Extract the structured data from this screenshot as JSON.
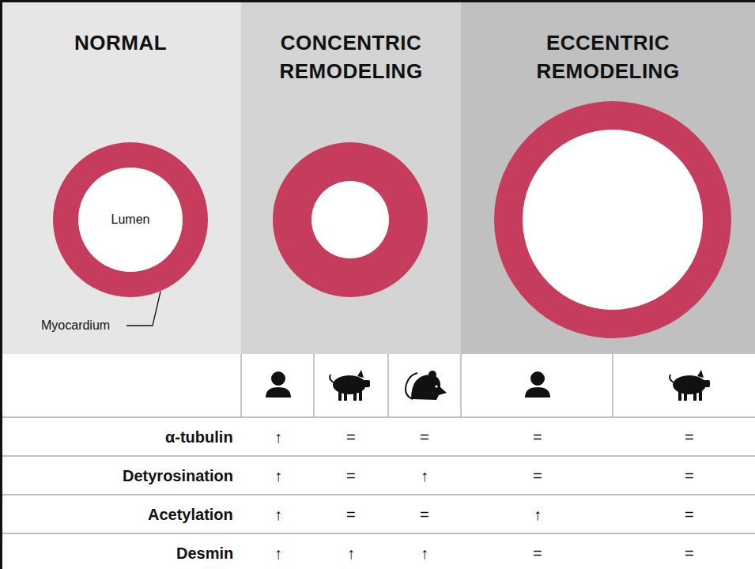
{
  "diagram": {
    "nodes": [
      {
        "text": [
          "NORMAL"
        ]
      },
      {
        "text": [
          "Lumen"
        ],
        "in": 0
      },
      {
        "text": [
          "CONCENTRIC REMODELING"
        ]
      },
      {
        "text": [
          "ECCENTRIC REMODELING"
        ]
      }
    ],
    "labels": [
      "Myocardium",
      "α-tubulin",
      "↑",
      "=",
      "=",
      "=",
      "=",
      "Detyrosination",
      "↑",
      "=",
      "↑",
      "=",
      "=",
      "Acetylation",
      "↑",
      "=",
      "=",
      "↑",
      "=",
      "Desmin",
      "↑",
      "↑",
      "↑",
      "=",
      "="
    ]
  }
}
